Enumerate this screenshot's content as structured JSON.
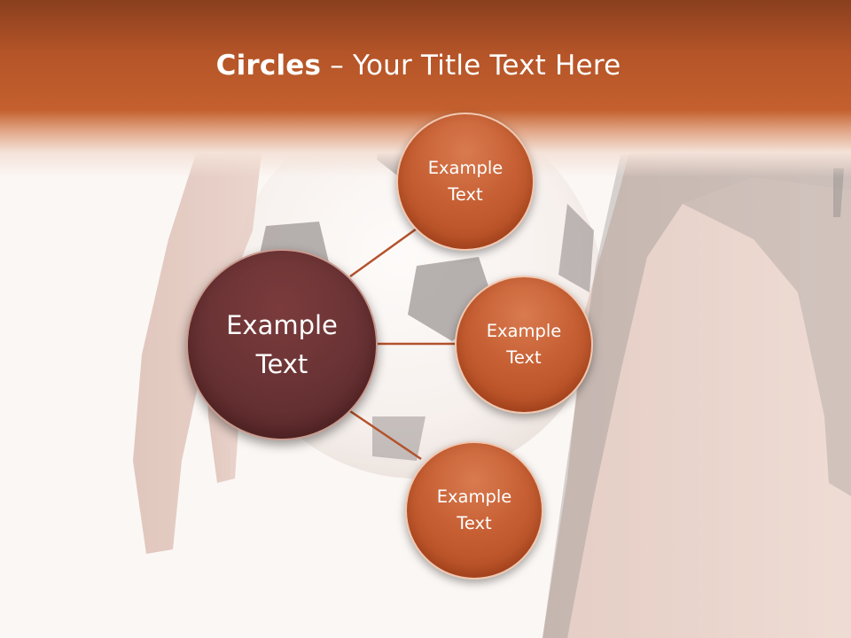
{
  "title": {
    "bold": "Circles",
    "rest": " – Your Title Text Here"
  },
  "center_circle": {
    "label": "Example\nText"
  },
  "satellites": [
    {
      "label": "Example\nText"
    },
    {
      "label": "Example\nText"
    },
    {
      "label": "Example\nText"
    }
  ],
  "colors": {
    "header": "#c4602e",
    "center_circle": "#683234",
    "satellite_circle": "#c65f33",
    "connector": "#b4532c"
  }
}
